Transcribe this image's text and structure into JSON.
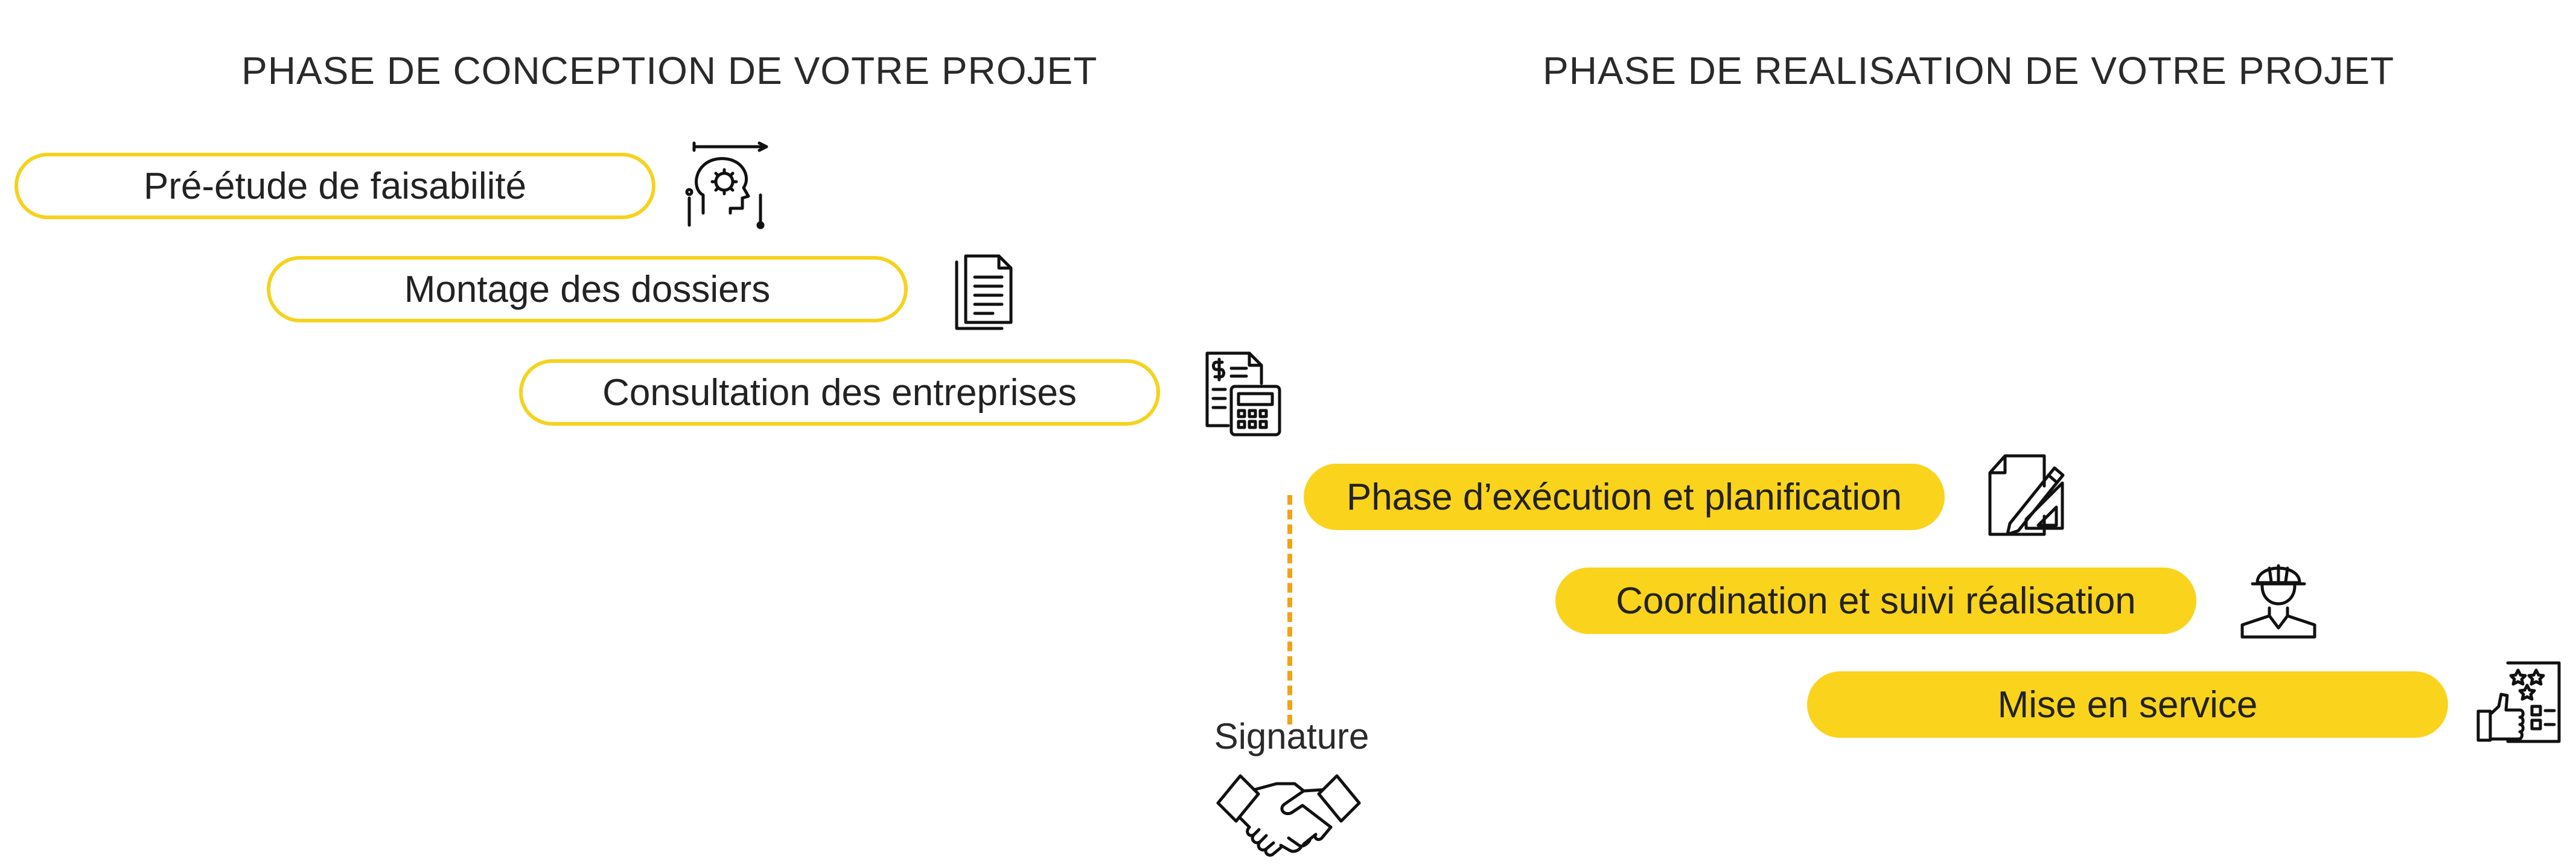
{
  "headings": {
    "conception": "PHASE DE CONCEPTION DE VOTRE PROJET",
    "realisation": "PHASE DE REALISATION DE VOTRE PROJET"
  },
  "steps": [
    {
      "label": "Pré-étude de faisabilité",
      "phase": "conception",
      "icon": "head-gear-pencil-icon"
    },
    {
      "label": "Montage des dossiers",
      "phase": "conception",
      "icon": "documents-icon"
    },
    {
      "label": "Consultation des entreprises",
      "phase": "conception",
      "icon": "invoice-calculator-icon"
    },
    {
      "label": "Phase d’exécution et planification",
      "phase": "realisation",
      "icon": "drawing-tools-icon"
    },
    {
      "label": "Coordination et suivi réalisation",
      "phase": "realisation",
      "icon": "worker-helmet-icon"
    },
    {
      "label": "Mise en service",
      "phase": "realisation",
      "icon": "thumbs-up-rating-icon"
    }
  ],
  "signature": {
    "label": "Signature",
    "icon": "handshake-icon"
  },
  "colors": {
    "accent": "#fad31c",
    "outline": "#f6d21c",
    "dashed_line": "#f0a31a",
    "text": "#222222"
  }
}
